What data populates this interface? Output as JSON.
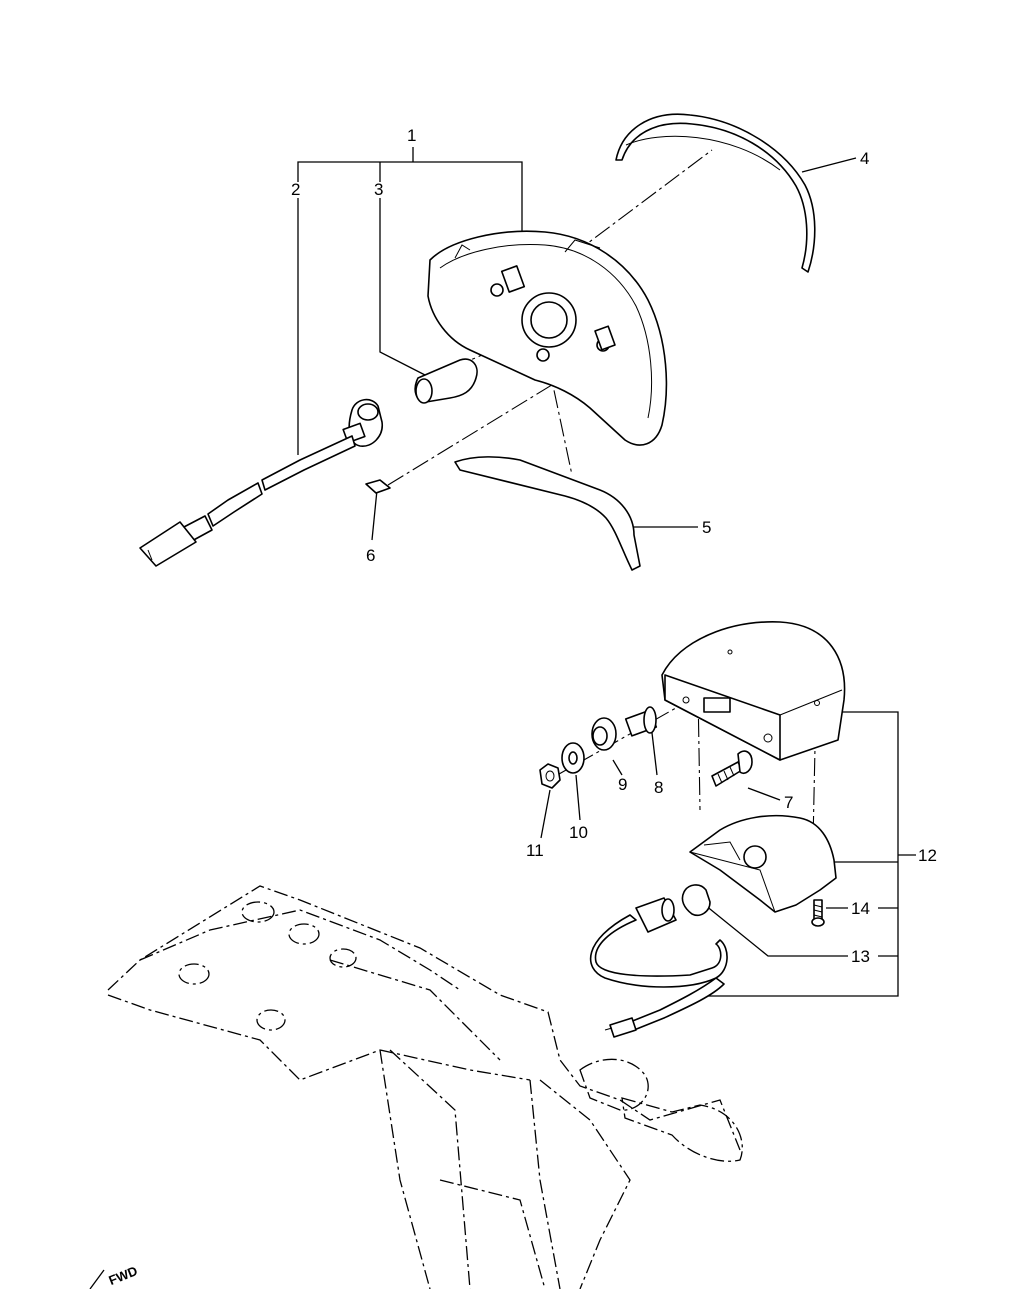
{
  "callouts": [
    {
      "id": "1",
      "label": "1"
    },
    {
      "id": "2",
      "label": "2"
    },
    {
      "id": "3",
      "label": "3"
    },
    {
      "id": "4",
      "label": "4"
    },
    {
      "id": "5",
      "label": "5"
    },
    {
      "id": "6",
      "label": "6"
    },
    {
      "id": "7",
      "label": "7"
    },
    {
      "id": "8",
      "label": "8"
    },
    {
      "id": "9",
      "label": "9"
    },
    {
      "id": "10",
      "label": "10"
    },
    {
      "id": "11",
      "label": "11"
    },
    {
      "id": "12",
      "label": "12"
    },
    {
      "id": "13",
      "label": "13"
    },
    {
      "id": "14",
      "label": "14"
    }
  ],
  "fwd_badge": "FWD",
  "colors": {
    "ink": "#000000",
    "paper": "#ffffff"
  }
}
